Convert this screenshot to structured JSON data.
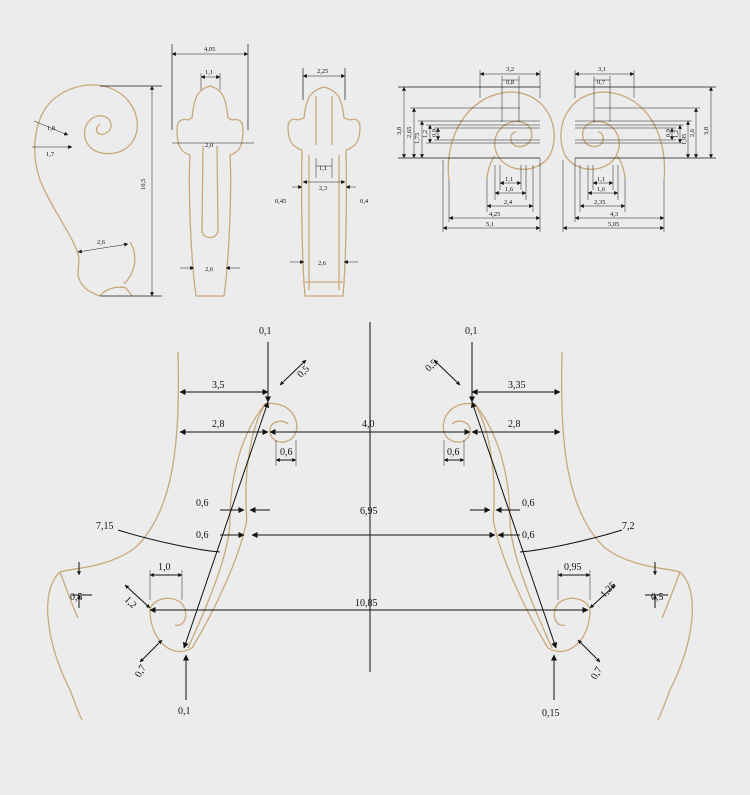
{
  "colors": {
    "background": "#ececec",
    "outline": "#c9a97b",
    "dimension": "#111111"
  },
  "scroll_side": {
    "dims": [
      "1,8",
      "1,7",
      "10,5",
      "2,6"
    ]
  },
  "scroll_front": {
    "dims": [
      "4,05",
      "1,1",
      "2,0",
      "2,6"
    ]
  },
  "scroll_back": {
    "dims": [
      "2,25",
      "1,1",
      "2,3",
      "0,45",
      "0,4",
      "2,6"
    ]
  },
  "volute_left": {
    "dims": [
      "3,2",
      "0,8",
      "3,8",
      "2,65",
      "1,75",
      "1,2",
      "0,9",
      "1,1",
      "1,6",
      "2,4",
      "4,25",
      "5,1"
    ]
  },
  "volute_right": {
    "dims": [
      "3,1",
      "0,7",
      "3,8",
      "0,9",
      "1,2",
      "1,95",
      "2,6",
      "1,1",
      "1,6",
      "2,35",
      "4,3",
      "5,05"
    ]
  },
  "soundholes": {
    "top_left": "0,1",
    "top_right": "0,1",
    "upper_eye_left": "0,5",
    "upper_eye_right": "0,5",
    "width_left": "3,5",
    "width_right": "3,35",
    "eye_offset_left": "2,8",
    "eye_offset_right": "2,8",
    "eye_gap": "4,0",
    "eye_dia_left": "0,6",
    "eye_dia_right": "0,6",
    "notch_left_1": "0,6",
    "notch_left_2": "0,6",
    "notch_right_1": "0,6",
    "notch_right_2": "0,6",
    "notch_gap": "6,95",
    "length_left": "7,15",
    "length_right": "7,2",
    "lower_wing_left": "1,0",
    "lower_wing_right": "0,95",
    "lower_diag_left": "1,2",
    "lower_diag_right": "1,25",
    "edge_left": "0,5",
    "edge_right": "0,5",
    "lower_gap": "10,85",
    "lower_eye_left": "0,7",
    "lower_eye_right": "0,7",
    "bottom_left": "0,1",
    "bottom_right": "0,15"
  }
}
